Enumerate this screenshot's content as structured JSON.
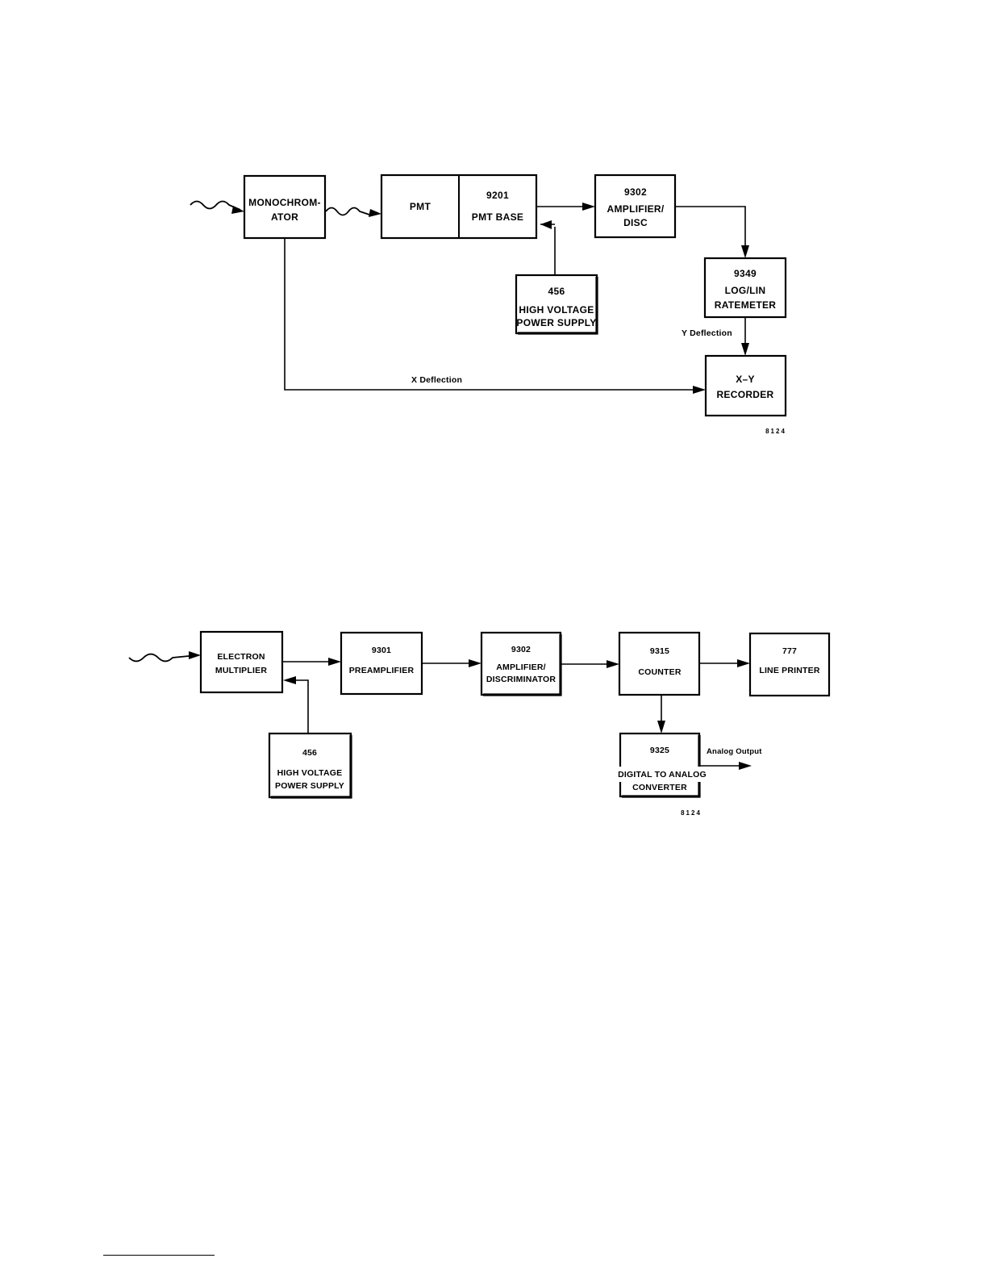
{
  "diagram1": {
    "monochromator": {
      "line1": "MONOCHROM-",
      "line2": "ATOR"
    },
    "pmt": {
      "label": "PMT"
    },
    "pmt_base": {
      "num": "9201",
      "label": "PMT BASE"
    },
    "amp_disc": {
      "num": "9302",
      "line1": "AMPLIFIER/",
      "line2": "DISC"
    },
    "ratemeter": {
      "num": "9349",
      "line1": "LOG/LIN",
      "line2": "RATEMETER"
    },
    "hv_supply": {
      "num": "456",
      "line1": "HIGH VOLTAGE",
      "line2": "POWER SUPPLY"
    },
    "recorder": {
      "line1": "X–Y",
      "line2": "RECORDER"
    },
    "x_deflection": "X Deflection",
    "y_deflection": "Y Deflection",
    "fig_code": "8124"
  },
  "diagram2": {
    "electron_multiplier": {
      "line1": "ELECTRON",
      "line2": "MULTIPLIER"
    },
    "preamplifier": {
      "num": "9301",
      "label": "PREAMPLIFIER"
    },
    "amp_disc": {
      "num": "9302",
      "line1": "AMPLIFIER/",
      "line2": "DISCRIMINATOR"
    },
    "counter": {
      "num": "9315",
      "label": "COUNTER"
    },
    "line_printer": {
      "num": "777",
      "label": "LINE PRINTER"
    },
    "hv_supply": {
      "num": "456",
      "line1": "HIGH VOLTAGE",
      "line2": "POWER SUPPLY"
    },
    "dac": {
      "num": "9325",
      "line1": "DIGITAL TO ANALOG",
      "line2": "CONVERTER"
    },
    "analog_output": "Analog Output",
    "fig_code": "8124"
  }
}
